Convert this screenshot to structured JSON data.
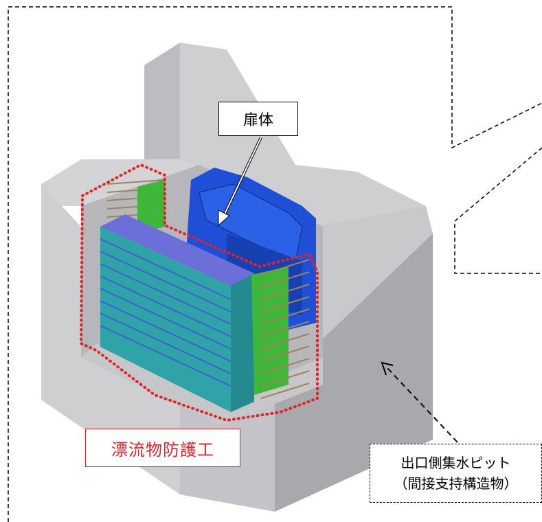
{
  "labels": {
    "door": "扉体",
    "debris_protection": "漂流物防護工",
    "outlet_pit_line1": "出口側集水ピット",
    "outlet_pit_line2": "（間接支持構造物）"
  },
  "colors": {
    "concrete_light": "#d9d9db",
    "concrete_mid": "#bcbcc0",
    "concrete_dark": "#a6a6aa",
    "door_blue": "#1f4fd6",
    "debris_screen_teal": "#2fa3a8",
    "debris_screen_purple": "#6d6fd9",
    "frame_green": "#3fb53a",
    "rebar_tan": "#9c8457",
    "highlight_red": "#e0242c"
  }
}
